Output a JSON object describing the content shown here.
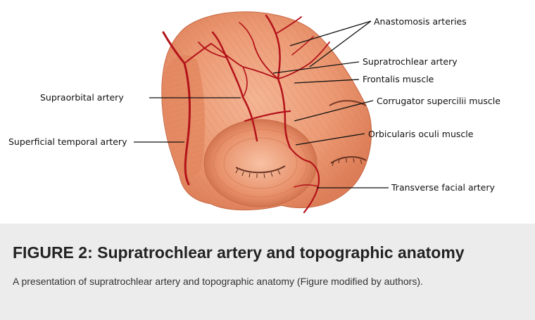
{
  "labels": {
    "anastomosis": "Anastomosis arteries",
    "supratrochlear": "Supratrochlear artery",
    "frontalis": "Frontalis muscle",
    "supraorbital": "Supraorbital artery",
    "corrugator": "Corrugator supercilii muscle",
    "superficial_temporal": "Superficial temporal artery",
    "orbicularis": "Orbicularis oculi muscle",
    "transverse_facial": "Transverse facial artery"
  },
  "caption": {
    "title": "FIGURE 2: Supratrochlear artery and topographic anatomy",
    "text": "A presentation of supratrochlear artery and topographic anatomy (Figure modified by authors)."
  },
  "colors": {
    "muscle": "#e8906a",
    "muscle_light": "#f4b594",
    "artery": "#b3121a",
    "caption_bg": "#ececec"
  }
}
